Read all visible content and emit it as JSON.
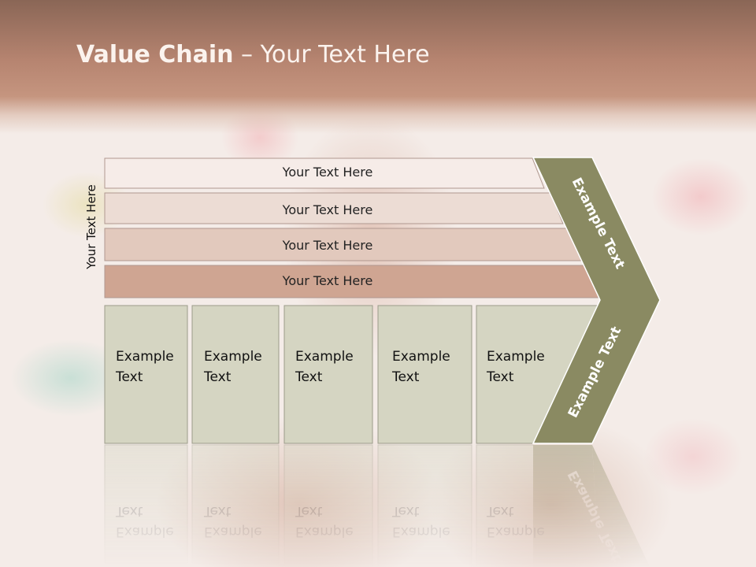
{
  "slide": {
    "title_bold": "Value Chain",
    "title_rest": " – Your Text Here",
    "side_label": "Your Text Here"
  },
  "bands": [
    {
      "label": "Your Text Here",
      "color": "#f6ece8"
    },
    {
      "label": "Your Text Here",
      "color": "#ecdcd4"
    },
    {
      "label": "Your Text Here",
      "color": "#e2c9bd"
    },
    {
      "label": "Your Text Here",
      "color": "#cfa592"
    }
  ],
  "steps": [
    {
      "line1": "Example",
      "line2": "Text"
    },
    {
      "line1": "Example",
      "line2": "Text"
    },
    {
      "line1": "Example",
      "line2": "Text"
    },
    {
      "line1": "Example",
      "line2": "Text"
    },
    {
      "line1": "Example",
      "line2": "Text"
    }
  ],
  "chevron": {
    "upper_label": "Example Text",
    "lower_label": "Example Text",
    "color": "#8a8a62"
  },
  "colors": {
    "step_fill": "#d5d5c2",
    "step_stroke": "#9c9c8a",
    "header": "#b68470"
  }
}
